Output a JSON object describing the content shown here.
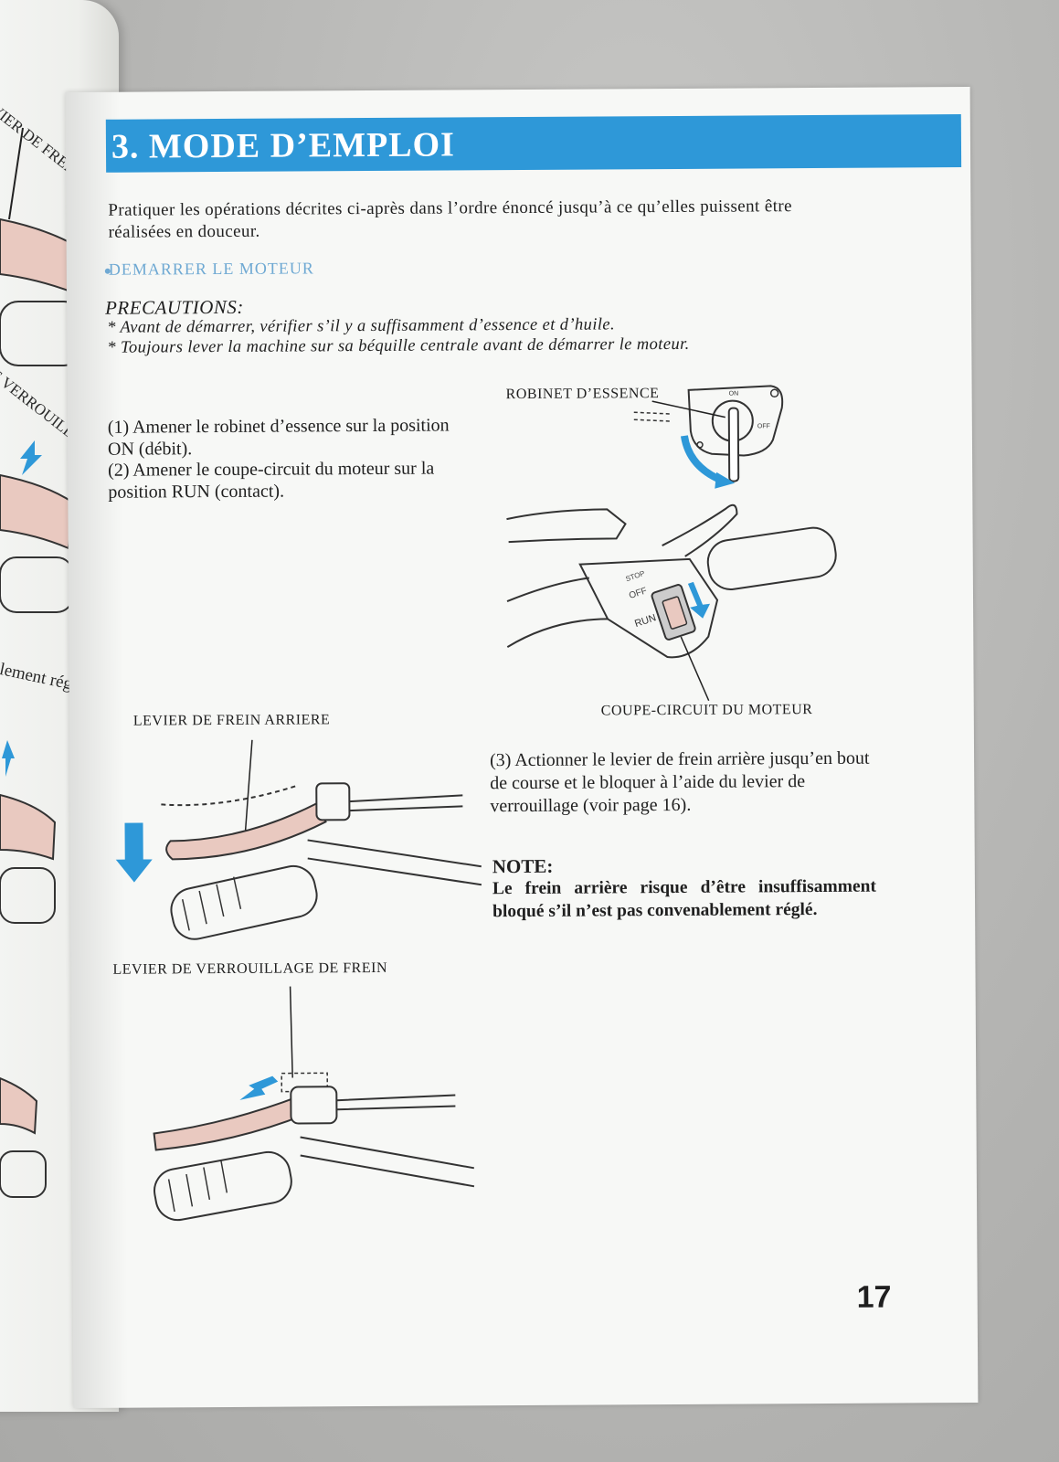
{
  "left_page": {
    "label1": "VIER DE FREIN AR",
    "label2": "E VERROUILLAGE",
    "label3": "lement réglé."
  },
  "page": {
    "section_title": "3. MODE D’EMPLOI",
    "intro": "Pratiquer les opérations décrites ci-après dans l’ordre énoncé jusqu’à ce qu’elles puissent être réalisées en douceur.",
    "start_heading": "DEMARRER LE MOTEUR",
    "precautions_title": "PRECAUTIONS:",
    "precautions": [
      "* Avant de démarrer, vérifier s’il y a suffisamment d’essence et d’huile.",
      "* Toujours lever la machine sur sa béquille centrale avant de démarrer le moteur."
    ],
    "steps": [
      "(1) Amener le robinet d’essence sur la position ON (débit).",
      "(2) Amener le coupe-circuit du moteur sur la position RUN (contact).",
      "(3) Actionner le levier de frein arrière jusqu’en bout de course et le bloquer à l’aide du levier de verrouillage (voir page 16)."
    ],
    "captions": {
      "fuel_valve": "ROBINET D’ESSENCE",
      "engine_switch": "COUPE-CIRCUIT DU MOTEUR",
      "rear_brake_lever": "LEVIER DE FREIN ARRIERE",
      "brake_lock_lever": "LEVIER DE VERROUILLAGE DE FREIN"
    },
    "illustration_labels": {
      "valve_on": "ON",
      "valve_off": "OFF",
      "switch_off": "OFF",
      "switch_run": "RUN",
      "switch_stop": "STOP"
    },
    "note_title": "NOTE:",
    "note_body": "Le frein arrière risque d’être insuffisamment bloqué s’il n’est pas convenablement réglé.",
    "page_number": "17"
  },
  "colors": {
    "accent_blue": "#2e98d8",
    "lever_pink": "#e9c9c0",
    "arrow_blue": "#2e98d8"
  }
}
